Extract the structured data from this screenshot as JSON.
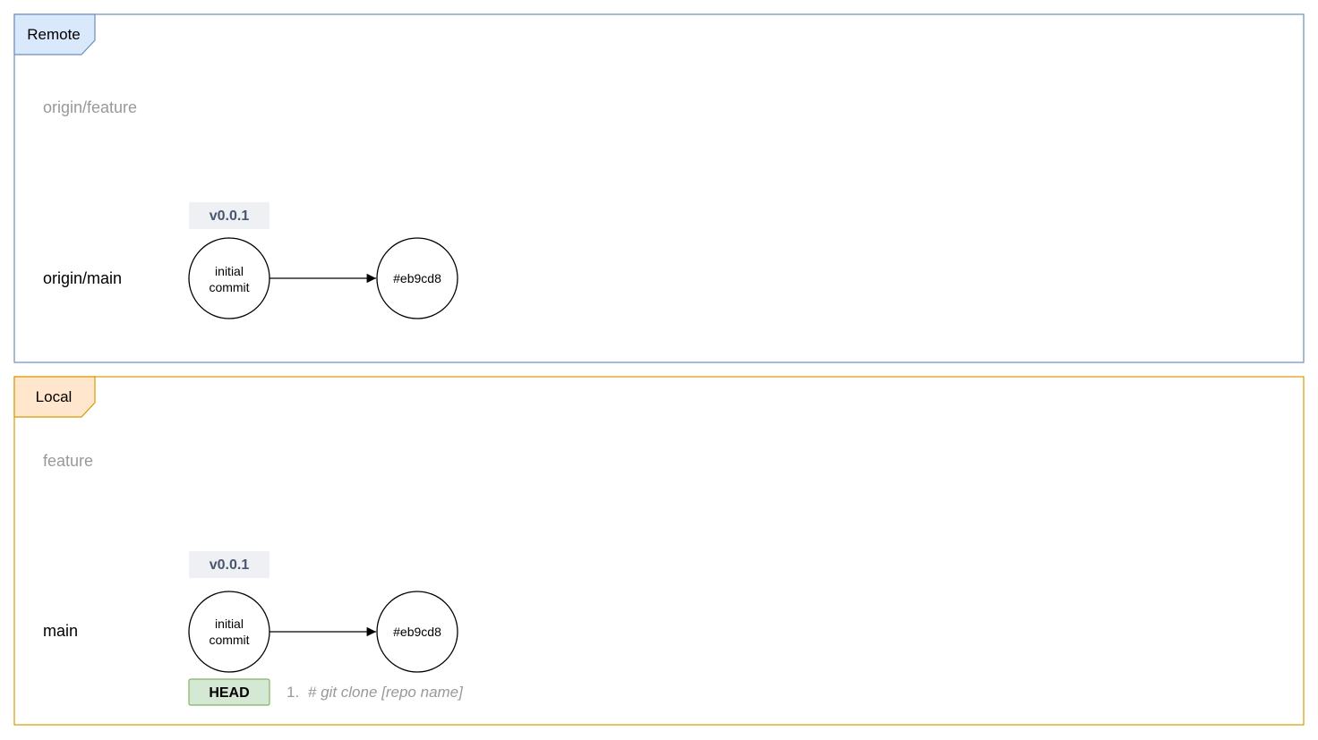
{
  "colors": {
    "remote_border": "#6c8ebf",
    "remote_tab_fill": "#dae8fc",
    "local_border": "#d79b00",
    "local_tab_fill": "#ffe6cc",
    "tag_fill": "#eef0f4",
    "tag_text": "#4a5670",
    "head_fill": "#d5e8d4",
    "head_border": "#82b366",
    "muted_text": "#999999"
  },
  "remote": {
    "title": "Remote",
    "feature_branch": "origin/feature",
    "main_branch": "origin/main",
    "tag": "v0.0.1",
    "commits": [
      {
        "label_line1": "initial",
        "label_line2": "commit"
      },
      {
        "label_line1": "#eb9cd8",
        "label_line2": ""
      }
    ]
  },
  "local": {
    "title": "Local",
    "feature_branch": "feature",
    "main_branch": "main",
    "tag": "v0.0.1",
    "commits": [
      {
        "label_line1": "initial",
        "label_line2": "commit"
      },
      {
        "label_line1": "#eb9cd8",
        "label_line2": ""
      }
    ],
    "head_label": "HEAD",
    "note_prefix": "1.",
    "note_command": "# git clone [repo name]"
  }
}
